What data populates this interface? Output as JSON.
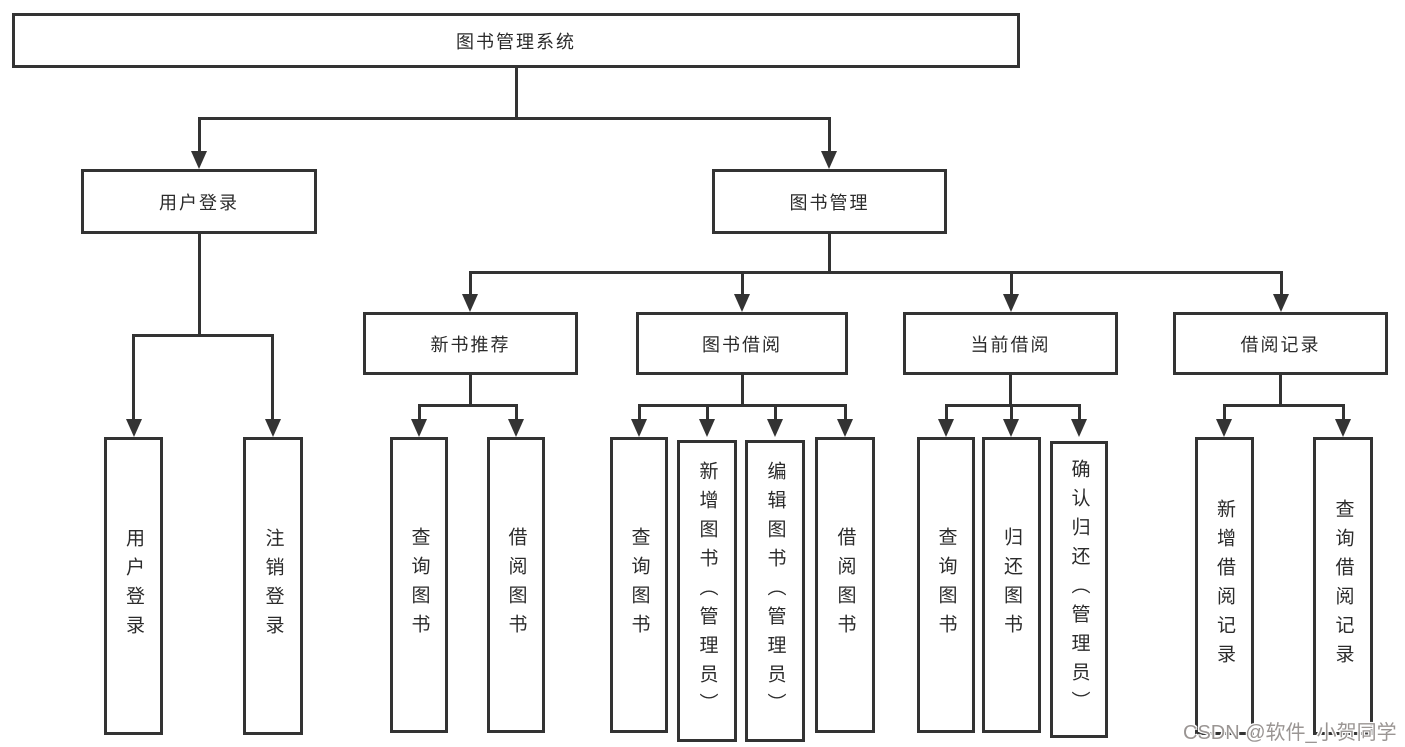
{
  "nodes": {
    "root": "图书管理系统",
    "user_login": "用户登录",
    "book_mgmt": "图书管理",
    "new_book_rec": "新书推荐",
    "book_borrow": "图书借阅",
    "current_borrow": "当前借阅",
    "borrow_record": "借阅记录",
    "leaf_user_login": "用户登录",
    "leaf_logout": "注销登录",
    "leaf_query_book_1": "查询图书",
    "leaf_borrow_book_1": "借阅图书",
    "leaf_query_book_2": "查询图书",
    "leaf_add_book_admin": "新增图书（管理员）",
    "leaf_edit_book_admin": "编辑图书（管理员）",
    "leaf_borrow_book_2": "借阅图书",
    "leaf_query_book_3": "查询图书",
    "leaf_return_book": "归还图书",
    "leaf_confirm_return_admin": "确认归还（管理员）",
    "leaf_add_borrow_record": "新增借阅记录",
    "leaf_query_borrow_record": "查询借阅记录"
  },
  "watermark": {
    "text": "CSDN @软件_小贺同学"
  },
  "colors": {
    "line": "#333333",
    "text": "#2b2b2b",
    "watermark": "#9a9593",
    "background": "#ffffff"
  }
}
